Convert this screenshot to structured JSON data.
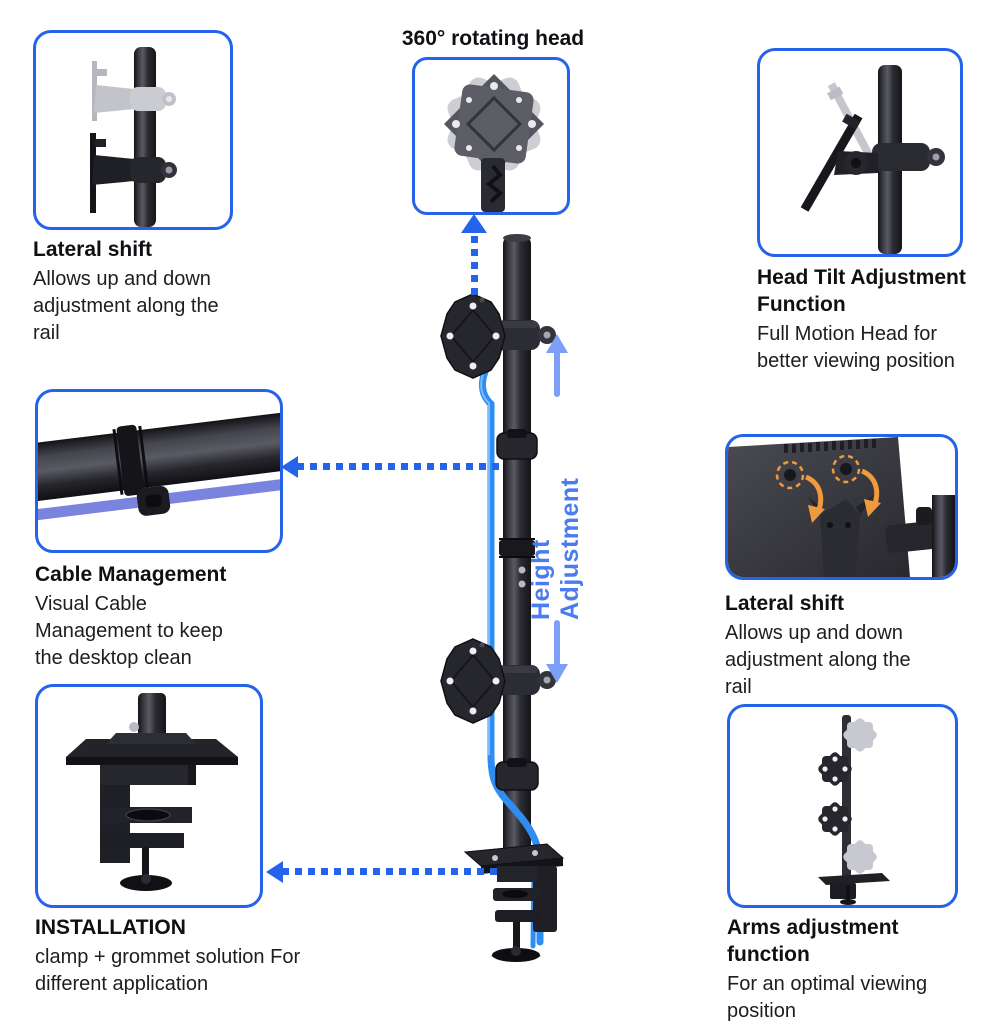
{
  "colors": {
    "accent": "#2563eb",
    "arrow_light": "#7d9ff8",
    "height_label": "#4a7cf0",
    "orange": "#f09a3e",
    "cable_blue": "#2f8df2",
    "cable_indigo": "#7a84de",
    "ghost": "#c7c7cf",
    "text_dark": "#17171b",
    "bg": "#ffffff"
  },
  "callouts": {
    "lateral_shift_left": {
      "title": "Lateral shift",
      "body": "Allows up and down adjustment along the rail"
    },
    "rotating_head": {
      "label": "360° rotating head"
    },
    "head_tilt": {
      "title": "Head Tilt Adjustment Function",
      "body": "Full Motion Head for better viewing position"
    },
    "cable_management": {
      "title": "Cable Management",
      "body": "Visual Cable Management to keep the desktop clean"
    },
    "lateral_shift_right": {
      "title": "Lateral shift",
      "body": "Allows up and down adjustment along the rail"
    },
    "installation": {
      "title": "INSTALLATION",
      "body": "clamp + grommet solution For different application"
    },
    "arms_adjustment": {
      "title": "Arms adjustment function",
      "body": "For an optimal viewing position"
    }
  },
  "center": {
    "height_label": "Height Adjustment"
  }
}
